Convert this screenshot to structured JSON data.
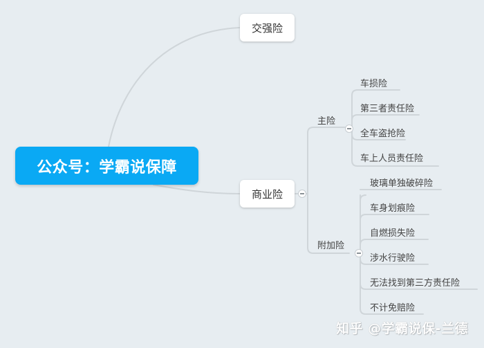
{
  "root": {
    "label": "公众号：学霸说保障",
    "color": "#0aa9f4"
  },
  "branches": [
    {
      "label": "交强险"
    },
    {
      "label": "商业险"
    }
  ],
  "commercial": {
    "groups": [
      {
        "label": "主险",
        "items": [
          "车损险",
          "第三者责任险",
          "全车盗抢险",
          "车上人员责任险"
        ]
      },
      {
        "label": "附加险",
        "items": [
          "玻璃单独破碎险",
          "车身划痕险",
          "自燃损失险",
          "涉水行驶险",
          "无法找到第三方责任险",
          "不计免赔险"
        ]
      }
    ]
  },
  "icons": {
    "collapse": "minus-circle-icon"
  },
  "watermark": "知乎 @学霸说保-兰德",
  "colors": {
    "background": "#e7edf1",
    "line": "#cdd3d7",
    "node_bg": "#ffffff",
    "text": "#444444"
  }
}
